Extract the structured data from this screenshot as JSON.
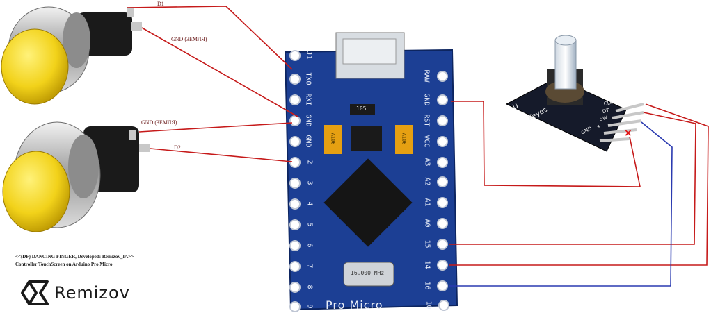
{
  "wire_labels": {
    "d1": "D1",
    "gnd_top": "GND (ЗЕМЛЯ)",
    "gnd_mid": "GND (ЗЕМЛЯ)",
    "d2": "D2"
  },
  "caption": {
    "line1": "<<(DF) DANCING FINGER, Developed: Remizov_IA>>",
    "line2": "Controller TouchScreen on Arduino Pro Micro"
  },
  "brand": {
    "name": "Remizov"
  },
  "board": {
    "name": "Pro Micro",
    "left_pins": [
      "J1",
      "TXO",
      "RXI",
      "GND",
      "GND",
      "2",
      "3",
      "4",
      "5",
      "6",
      "7",
      "8",
      "9"
    ],
    "right_pins": [
      "RAW",
      "GND",
      "RST",
      "VCC",
      "A3",
      "A2",
      "A1",
      "A0",
      "15",
      "14",
      "16",
      "10"
    ],
    "chip_labels": {
      "reg": "105",
      "cap1": "A106",
      "cap2": "A106",
      "crystal": "16.000 MHz"
    }
  },
  "encoder_module": {
    "name": "Keyes",
    "pins": [
      "CLK",
      "DT",
      "SW",
      "+",
      "GND"
    ],
    "left_mark": "U"
  },
  "colors": {
    "wire_red": "#d01a1a",
    "wire_blue": "#2a3ab0",
    "board_blue": "#1c3f94",
    "button_yellow": "#f2d21a"
  }
}
